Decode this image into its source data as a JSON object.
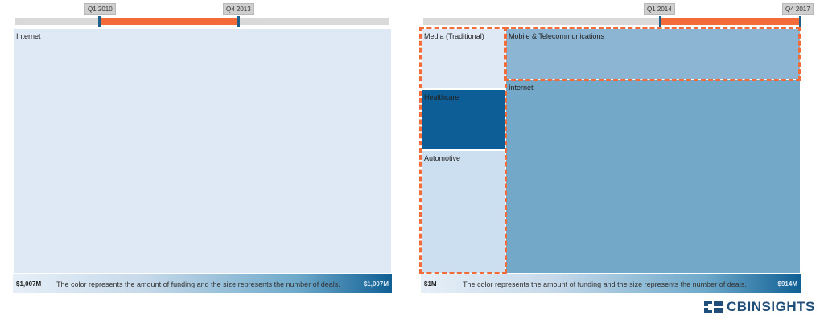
{
  "left_panel": {
    "slider": {
      "start_label": "Q1 2010",
      "end_label": "Q4 2013"
    },
    "cells": [
      {
        "label": "Internet",
        "color": "#dfe9f5"
      }
    ],
    "legend": {
      "min": "$1,007M",
      "note": "The color represents the amount of funding and the size represents the number of deals.",
      "max": "$1,007M"
    }
  },
  "right_panel": {
    "slider": {
      "start_label": "Q1 2014",
      "end_label": "Q4 2017"
    },
    "cells": [
      {
        "label": "Media (Traditional)",
        "color": "#dfe9f5"
      },
      {
        "label": "Mobile & Telecommunications",
        "color": "#8cb5d3"
      },
      {
        "label": "Healthcare",
        "color": "#0d5e97"
      },
      {
        "label": "Internet",
        "color": "#73a8c9"
      },
      {
        "label": "Automotive",
        "color": "#ccdff0"
      }
    ],
    "legend": {
      "min": "$1M",
      "note": "The color represents the amount of funding and the size represents the number of deals.",
      "max": "$914M"
    }
  },
  "brand": {
    "name": "CBINSIGHTS",
    "icon": "cb-logo-icon",
    "color": "#1f4e79"
  },
  "accent_color": "#f26b38"
}
